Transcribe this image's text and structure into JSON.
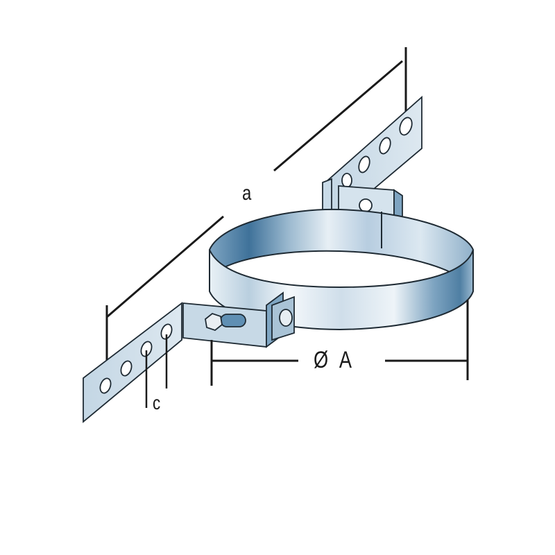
{
  "diagram": {
    "subject": "Wall bracket clamp with perforated mounting straps",
    "labels": {
      "dimension_a": "a",
      "dimension_diameter": "Ø A",
      "dimension_c": "c"
    },
    "colors": {
      "metal_light": "#dfe9f1",
      "metal_mid": "#a9c3d6",
      "metal_dark": "#4e7ea3",
      "outline": "#1e2a33",
      "dimension_line": "#1a1a1a"
    }
  }
}
